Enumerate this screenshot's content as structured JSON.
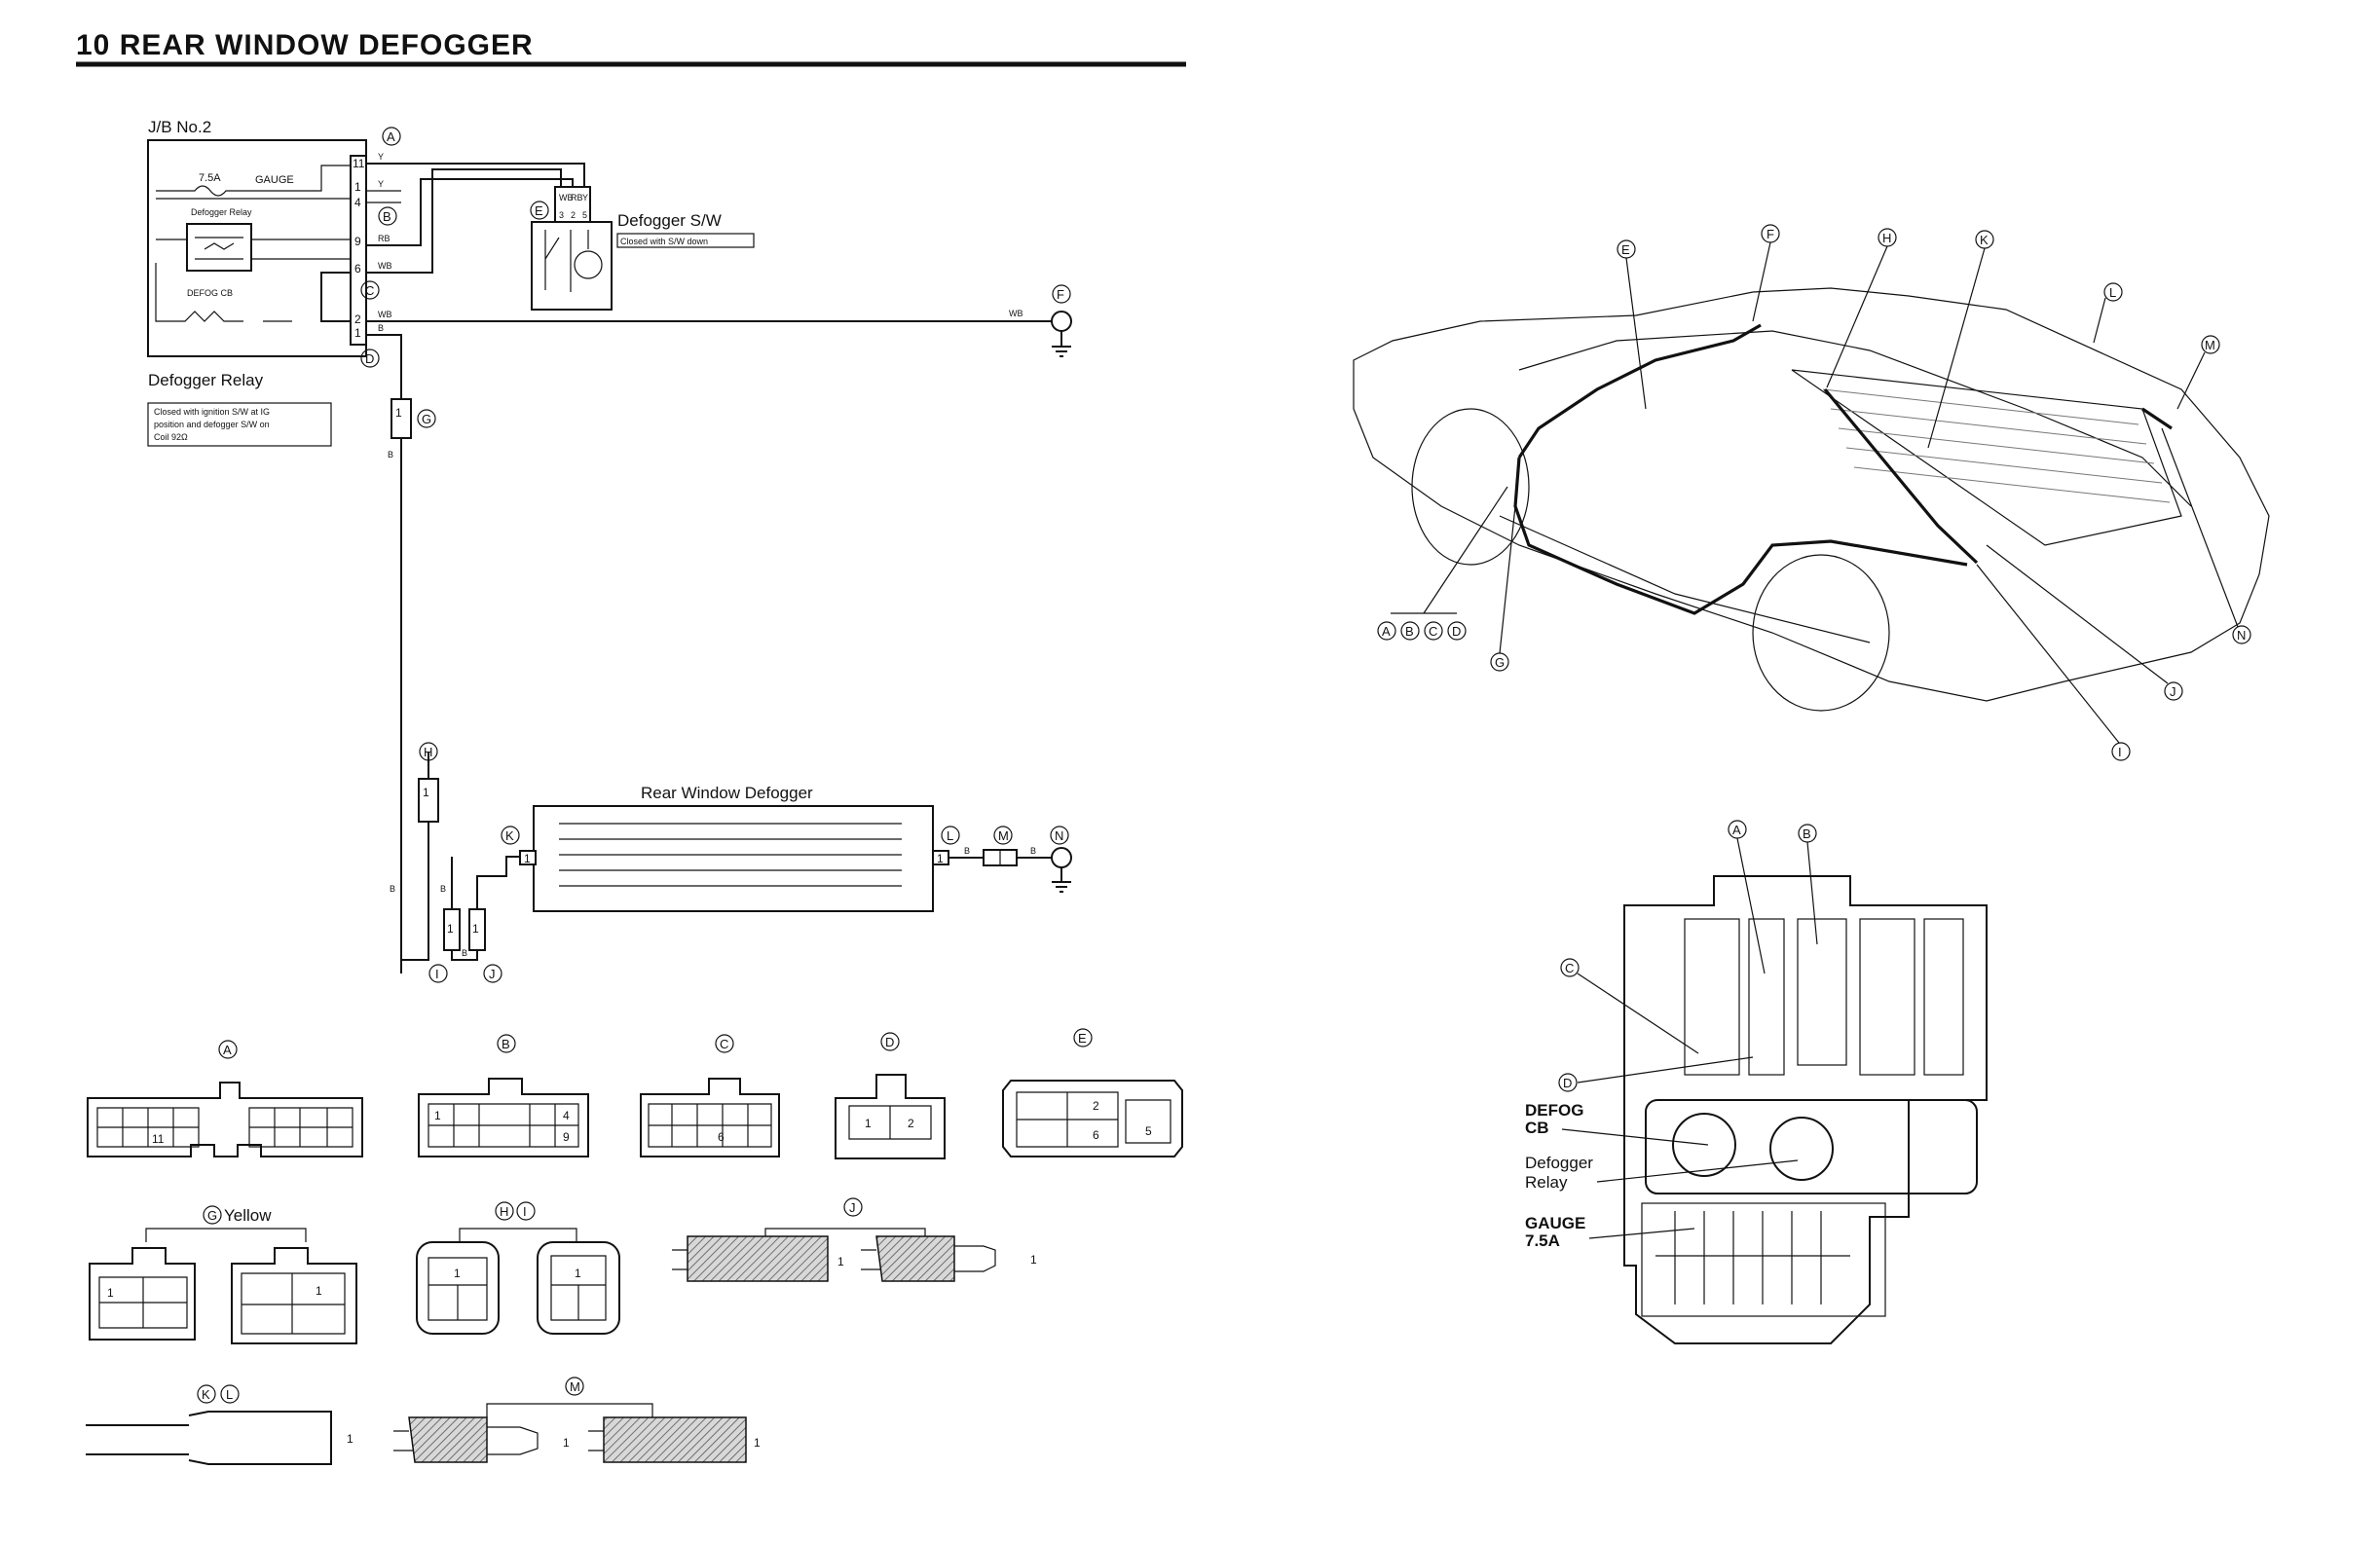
{
  "page": {
    "title": "10  REAR  WINDOW  DEFOGGER"
  },
  "schematic": {
    "jb_label": "J/B No.2",
    "fuse_value": "7.5A",
    "fuse_name": "GAUGE",
    "relay_inner_label": "Defogger Relay",
    "cb_label": "DEFOG CB",
    "relay_caption": "Defogger  Relay",
    "relay_note_lines": [
      "Closed with ignition S/W at IG",
      "position and defogger S/W on",
      "Coil 92Ω"
    ],
    "switch_label": "Defogger S/W",
    "switch_note": "Closed with S/W down",
    "defogger_label": "Rear Window Defogger",
    "wire_colors": [
      "Y",
      "Y",
      "RB",
      "WB",
      "WB",
      "B",
      "B",
      "B",
      "B",
      "B",
      "B",
      "B"
    ],
    "switch_pins": [
      "WB",
      "RB",
      "Y",
      "3",
      "2",
      "5"
    ],
    "pin_numbers": [
      "11",
      "1",
      "4",
      "9",
      "6",
      "2",
      "1",
      "1",
      "1",
      "1",
      "1",
      "1",
      "1"
    ]
  },
  "markers": [
    "A",
    "B",
    "C",
    "D",
    "E",
    "F",
    "G",
    "H",
    "I",
    "J",
    "K",
    "L",
    "M",
    "N"
  ],
  "connectors": {
    "A": {
      "label": "A",
      "pins": [
        "11"
      ]
    },
    "B": {
      "label": "B",
      "pins": [
        "1",
        "4",
        "9"
      ]
    },
    "C": {
      "label": "C",
      "pins": [
        "6"
      ]
    },
    "D": {
      "label": "D",
      "pins": [
        "1",
        "2"
      ]
    },
    "E": {
      "label": "E",
      "pins": [
        "2",
        "6",
        "5"
      ]
    },
    "G": {
      "label": "G",
      "caption": "Yellow",
      "pins": [
        "1",
        "1"
      ]
    },
    "HI": {
      "labels": [
        "H",
        "I"
      ],
      "pins": [
        "1",
        "1"
      ]
    },
    "J": {
      "label": "J",
      "pins": [
        "1",
        "1"
      ]
    },
    "KL": {
      "labels": [
        "K",
        "L"
      ],
      "pins": [
        "1"
      ]
    },
    "M": {
      "label": "M",
      "pins": [
        "1",
        "1"
      ]
    }
  },
  "car_view": {
    "group_label": [
      "A",
      "B",
      "C",
      "D"
    ]
  },
  "jb_view": {
    "labels": [
      "DEFOG",
      "CB",
      "Defogger",
      "Relay",
      "GAUGE",
      "7.5A"
    ]
  }
}
